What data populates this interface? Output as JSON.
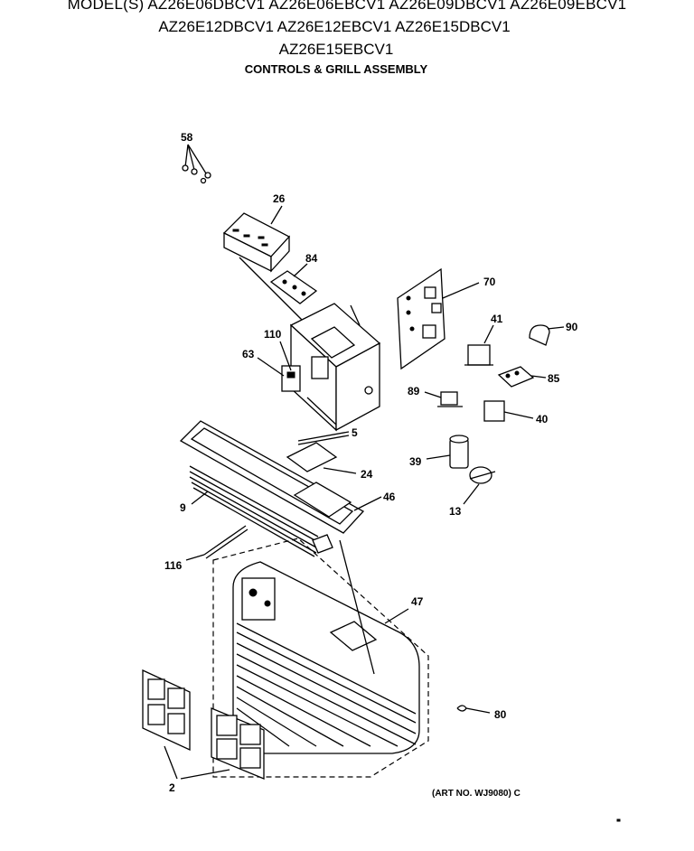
{
  "header": {
    "models_line1": "MODEL(S) AZ26E06DBCV1  AZ26E06EBCV1  AZ26E09DBCV1  AZ26E09EBCV1",
    "models_line2": "AZ26E12DBCV1  AZ26E12EBCV1  AZ26E15DBCV1",
    "models_line3": "AZ26E15EBCV1",
    "subtitle": "CONTROLS & GRILL ASSEMBLY"
  },
  "callouts": {
    "p58": "58",
    "p26": "26",
    "p84": "84",
    "p70": "70",
    "p41": "41",
    "p90": "90",
    "p110": "110",
    "p63": "63",
    "p85": "85",
    "p89": "89",
    "p40": "40",
    "p5": "5",
    "p39": "39",
    "p24": "24",
    "p46": "46",
    "p9": "9",
    "p13": "13",
    "p116": "116",
    "p47": "47",
    "p80": "80",
    "p2": "2"
  },
  "footer": {
    "art_no": "(ART NO. WJ9080) C"
  }
}
